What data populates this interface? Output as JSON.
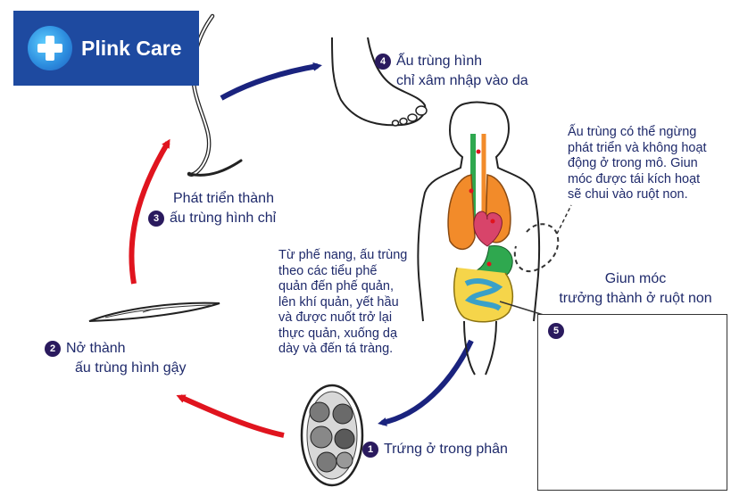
{
  "brand": {
    "name": "Plink Care"
  },
  "stages": [
    {
      "number": "1",
      "lines": [
        "Trứng ở trong phân"
      ]
    },
    {
      "number": "2",
      "lines": [
        "Nở thành",
        "ấu trùng hình gậy"
      ]
    },
    {
      "number": "3",
      "lines": [
        "Phát triển thành",
        "ấu trùng hình chỉ"
      ]
    },
    {
      "number": "4",
      "lines": [
        "Ấu trùng hình",
        "chỉ xâm nhập vào da"
      ]
    },
    {
      "number": "5",
      "lines": []
    }
  ],
  "adult_title": {
    "lines": [
      "Giun móc",
      "trưởng thành ở ruột non"
    ]
  },
  "notes": {
    "dormant": [
      "Ấu trùng có thể ngừng",
      "phát triển và không hoạt",
      "động ở trong mô. Giun",
      "móc được tái kích hoạt",
      "sẽ chui vào ruột non."
    ],
    "migration": [
      "Từ phế nang, ấu trùng",
      "theo các tiểu phế",
      "quản đến phế quản,",
      "lên khí quản, yết hầu",
      "và được nuốt trở lại",
      "thực quản, xuống dạ",
      "dày và đến tá tràng."
    ]
  },
  "colors": {
    "red_arrow": "#e0141e",
    "navy_arrow": "#1a237e",
    "label_text": "#1f2a6b",
    "number_badge": "#2a1a5e",
    "logo_bg": "#1e4aa0"
  },
  "icons": [
    "plink-care-logo-icon",
    "foot-illustration",
    "human-body-illustration",
    "egg-illustration",
    "larva-illustration",
    "hookworm-illustration"
  ]
}
